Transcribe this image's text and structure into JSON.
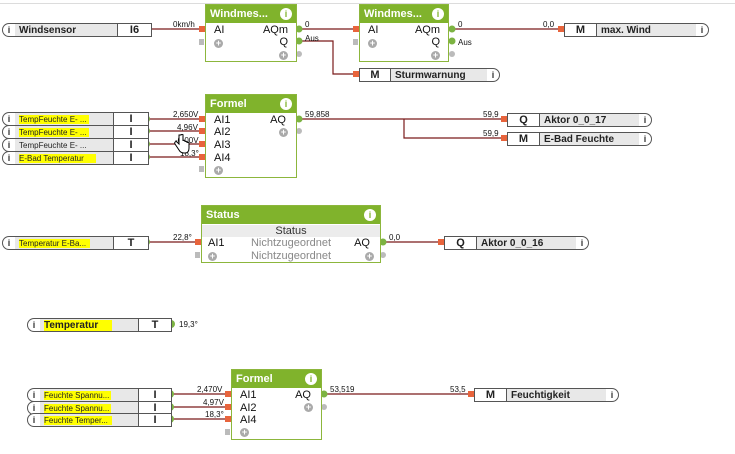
{
  "colors": {
    "block_header": "#80b32c",
    "wire": "#7a1a1a",
    "input_connector": "#e8643c",
    "output_connector": "#7cb342",
    "highlight": "#ffff00"
  },
  "inputs": [
    {
      "name": "Windsensor",
      "tag": "I6"
    },
    {
      "name": "TempFeuchte  E- ...",
      "tag": "I"
    },
    {
      "name": "TempFeuchte  E- ...",
      "tag": "I"
    },
    {
      "name": "TempFeuchte  E- ...",
      "tag": "I"
    },
    {
      "name": "E-Bad Temperatur",
      "tag": "I"
    },
    {
      "name": "Temperatur  E-Ba...",
      "tag": "T"
    },
    {
      "name": "Temperatur",
      "tag": "T"
    },
    {
      "name": "Feuchte  Spannu...",
      "tag": "I"
    },
    {
      "name": "Feuchte  Spannu...",
      "tag": "I"
    },
    {
      "name": "Feuchte  Temper...",
      "tag": "I"
    }
  ],
  "outputs": [
    {
      "name": "max. Wind",
      "tag": "M"
    },
    {
      "name": "Sturmwarnung",
      "tag": "M"
    },
    {
      "name": "Aktor 0_0_17",
      "tag": "Q"
    },
    {
      "name": "E-Bad Feuchte",
      "tag": "M"
    },
    {
      "name": "Aktor 0_0_16",
      "tag": "Q"
    },
    {
      "name": "Feuchtigkeit",
      "tag": "M"
    }
  ],
  "blocks": {
    "wind1": {
      "title": "Windmes...",
      "in": "AI",
      "out1": "AQm",
      "out2": "Q"
    },
    "wind2": {
      "title": "Windmes...",
      "in": "AI",
      "out1": "AQm",
      "out2": "Q"
    },
    "formel1": {
      "title": "Formel",
      "in1": "AI1",
      "in2": "AI2",
      "in3": "AI3",
      "in4": "AI4",
      "out": "AQ"
    },
    "status": {
      "title": "Status",
      "header": "Status",
      "in": "AI1",
      "row1": "Nichtzugeordnet",
      "row2": "Nichtzugeordnet",
      "out": "AQ"
    },
    "formel2": {
      "title": "Formel",
      "in1": "AI1",
      "in2": "AI2",
      "in3": "AI4",
      "out": "AQ"
    }
  },
  "values": {
    "windsensor": "0km/h",
    "wind1_aqm": "0",
    "wind1_q": "Aus",
    "wind2_aqm": "0",
    "wind2_q": "Aus",
    "maxwind": "0,0",
    "f1_in1": "2,650V",
    "f1_in2": "4,96V",
    "f1_in3": "-0,00V",
    "f1_in4": "18,3°",
    "f1_out": "59,858",
    "aktor17": "59,9",
    "ebadfeuchte": "59,9",
    "status_in": "22,8°",
    "status_out": "0,0",
    "temperatur": "19,3°",
    "f2_in1": "2,470V",
    "f2_in2": "4,97V",
    "f2_in3": "18,3°",
    "f2_out": "53,519",
    "feuchtigkeit": "53,5"
  },
  "icons": {
    "info": "i",
    "add": "+"
  }
}
